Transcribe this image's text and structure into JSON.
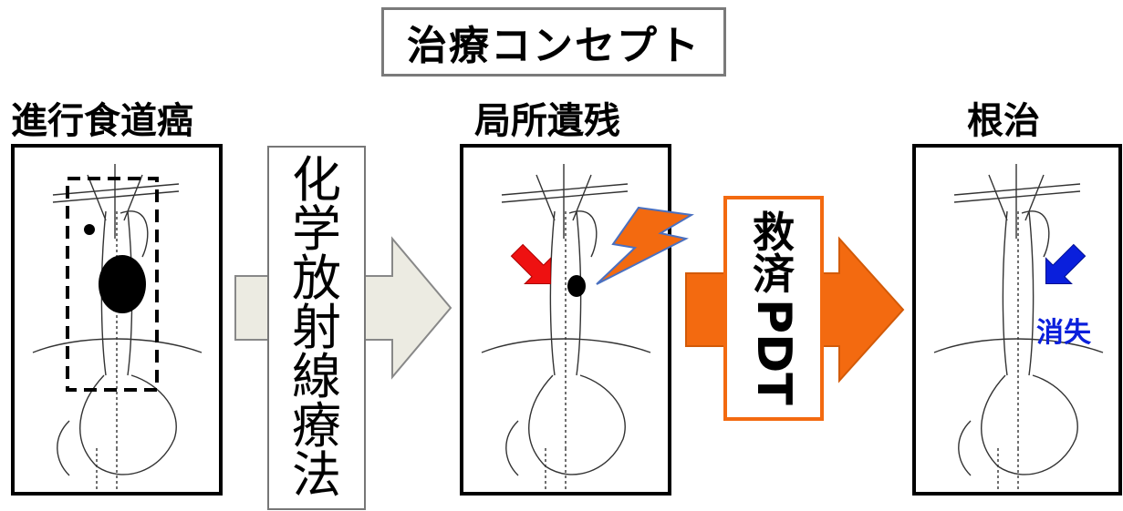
{
  "title": "治療コンセプト",
  "stages": {
    "advanced": "進行食道癌",
    "residual": "局所遺残",
    "cure": "根治"
  },
  "treatments": {
    "chemoradiation": [
      "化",
      "学",
      "放",
      "射",
      "線",
      "療",
      "法"
    ],
    "salvage_prefix": [
      "救",
      "済"
    ],
    "salvage_suffix": "PDT"
  },
  "annotations": {
    "vanished": "消失"
  },
  "colors": {
    "accent_orange": "#f36a10",
    "arrow_gray_fill": "#ecebe2",
    "indicator_red": "#ee1111",
    "indicator_blue": "#0a1fdc"
  },
  "icons": [
    "lightning-icon",
    "red-arrow-icon",
    "blue-arrow-icon"
  ]
}
